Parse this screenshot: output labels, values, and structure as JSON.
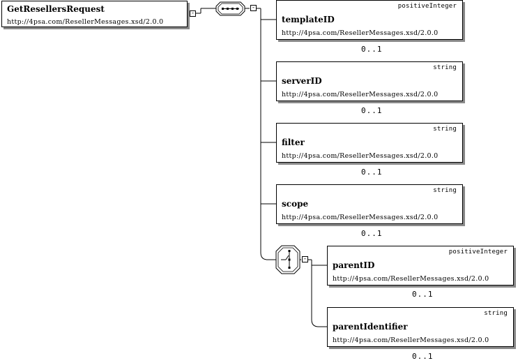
{
  "root": {
    "name": "GetResellersRequest",
    "namespace": "http://4psa.com/ResellerMessages.xsd/2.0.0",
    "collapse_symbol": "-"
  },
  "sequence": {
    "collapse_symbol": "-"
  },
  "elements": [
    {
      "name": "templateID",
      "type": "positiveInteger",
      "namespace": "http://4psa.com/ResellerMessages.xsd/2.0.0",
      "cardinality": "0..1"
    },
    {
      "name": "serverID",
      "type": "string",
      "namespace": "http://4psa.com/ResellerMessages.xsd/2.0.0",
      "cardinality": "0..1"
    },
    {
      "name": "filter",
      "type": "string",
      "namespace": "http://4psa.com/ResellerMessages.xsd/2.0.0",
      "cardinality": "0..1"
    },
    {
      "name": "scope",
      "type": "string",
      "namespace": "http://4psa.com/ResellerMessages.xsd/2.0.0",
      "cardinality": "0..1"
    }
  ],
  "choice": {
    "collapse_symbol": "-",
    "elements": [
      {
        "name": "parentID",
        "type": "positiveInteger",
        "namespace": "http://4psa.com/ResellerMessages.xsd/2.0.0",
        "cardinality": "0..1"
      },
      {
        "name": "parentIdentifier",
        "type": "string",
        "namespace": "http://4psa.com/ResellerMessages.xsd/2.0.0",
        "cardinality": "0..1"
      }
    ]
  }
}
